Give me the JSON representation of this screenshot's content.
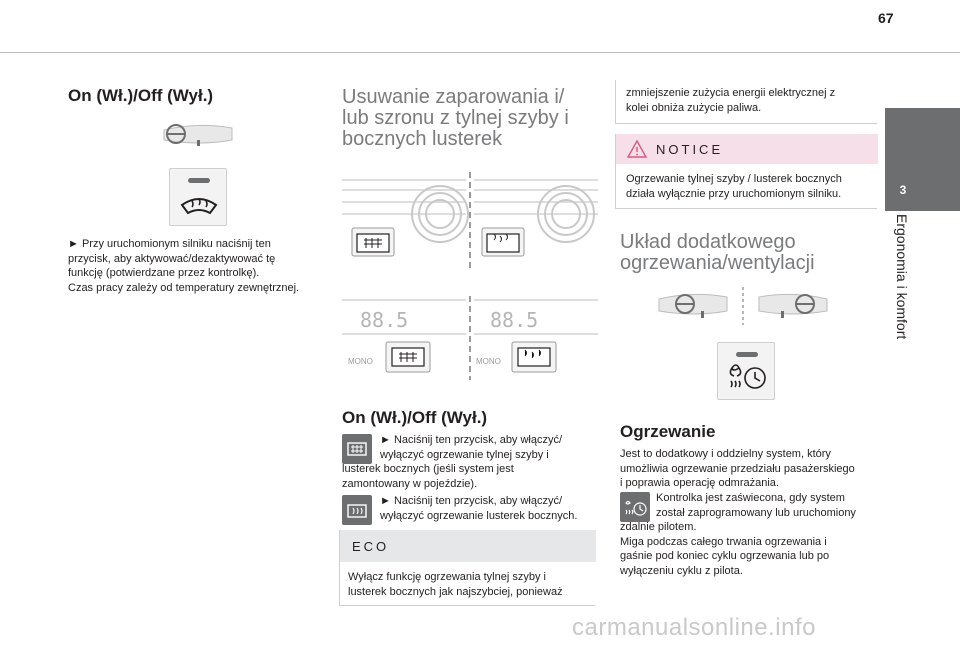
{
  "page": {
    "number": "67"
  },
  "side_tab": {
    "chapter": "3",
    "title": "Ergonomia i komfort"
  },
  "col1": {
    "heading": "On (Wł.)/Off (Wył.)",
    "paragraph_line1": "► Przy uruchomionym silniku naciśnij ten",
    "paragraph_line2": "przycisk, aby aktywować/dezaktywować tę",
    "paragraph_line3": "funkcję (potwierdzane przez kontrolkę).",
    "paragraph_line4": "Czas pracy zależy od temperatury zewnętrznej."
  },
  "col2": {
    "title_line1": "Usuwanie zaparowania i/",
    "title_line2": "lub szronu z tylnej szyby i",
    "title_line3": "bocznych lusterek",
    "display_1": "88.5",
    "display_2": "88.5",
    "mono_1": "MONO",
    "mono_2": "MONO",
    "heading": "On (Wł.)/Off (Wył.)",
    "item1_line1": "► Naciśnij ten przycisk, aby włączyć/",
    "item1_line2": "wyłączyć ogrzewanie tylnej szyby i",
    "item1_line3": "lusterek bocznych (jeśli system jest",
    "item1_line4": "zamontowany w pojeździe).",
    "item2_line1": "► Naciśnij ten przycisk, aby włączyć/",
    "item2_line2": "wyłączyć ogrzewanie lusterek bocznych.",
    "eco_title": "ECO",
    "eco_line1": "Wyłącz funkcję ogrzewania tylnej szyby i",
    "eco_line2": "lusterek bocznych jak najszybciej, ponieważ"
  },
  "col3": {
    "cont_line1": "zmniejszenie zużycia energii elektrycznej z",
    "cont_line2": "kolei obniża zużycie paliwa.",
    "notice_title": "NOTICE",
    "notice_line1": "Ogrzewanie tylnej szyby / lusterek bocznych",
    "notice_line2": "działa wyłącznie przy uruchomionym silniku.",
    "title_line1": "Układ dodatkowego",
    "title_line2": "ogrzewania/wentylacji",
    "heading": "Ogrzewanie",
    "p1_line1": "Jest to dodatkowy i oddzielny system, który",
    "p1_line2": "umożliwia ogrzewanie przedziału pasażerskiego",
    "p1_line3": "i poprawia operację odmrażania.",
    "p2_line1": "Kontrolka jest zaświecona, gdy system",
    "p2_line2": "został zaprogramowany lub uruchomiony",
    "p2_line3": "zdalnie pilotem.",
    "p3_line1": "Miga podczas całego trwania ogrzewania i",
    "p3_line2": "gaśnie pod koniec cyklu ogrzewania lub po",
    "p3_line3": "wyłączeniu cyklu z pilota."
  },
  "watermark": "carmanualsonline.info",
  "colors": {
    "tab": "#6d6e70",
    "notice_bg": "#f6dfe8",
    "eco_bg": "#e6e7e8",
    "title_grey": "#7a7b7d"
  }
}
